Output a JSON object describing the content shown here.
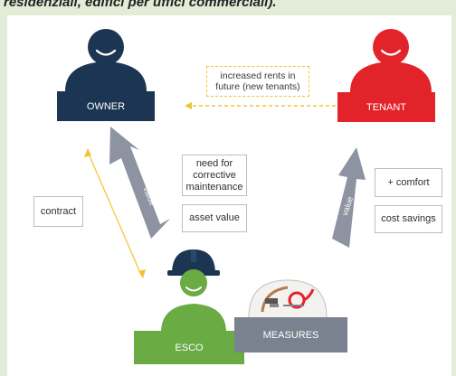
{
  "caption": "residenziali, edifici per uffici commerciali).",
  "nodes": {
    "owner": "OWNER",
    "tenant": "TENANT",
    "esco": "ESCO",
    "measures": "MEASURES"
  },
  "boxes": {
    "rents_line1": "increased rents in",
    "rents_line2": "future (new tenants)",
    "contract": "contract",
    "maintenance_line1": "need for",
    "maintenance_line2": "corrective",
    "maintenance_line3": "maintenance",
    "asset_value": "asset value",
    "comfort": "+ comfort",
    "cost_savings": "cost savings"
  },
  "arrow_labels": {
    "left_value": "value",
    "right_value": "value"
  },
  "colors": {
    "owner": "#1b3553",
    "tenant": "#e2232a",
    "esco": "#6aab44",
    "measures": "#7a8290",
    "arrow": "#8d93a1",
    "dashed": "#f2c330",
    "background": "#e3ecd6"
  }
}
